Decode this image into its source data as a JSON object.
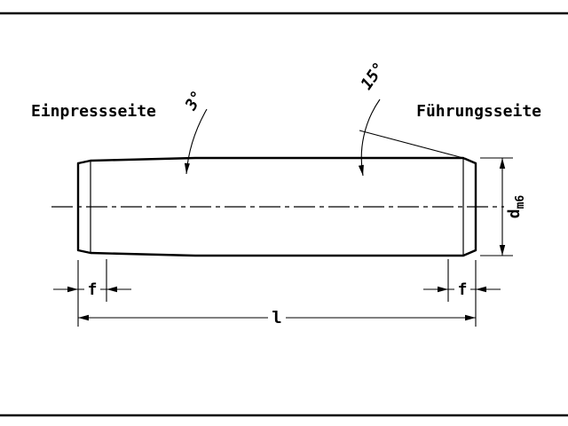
{
  "labels": {
    "press_side": "Einpressseite",
    "guide_side": "Führungsseite",
    "angle_press": "3°",
    "angle_guide": "15°"
  },
  "dims": {
    "f_left": "f",
    "f_right": "f",
    "length": "l",
    "diameter": {
      "main": "d",
      "sub": "m6"
    }
  },
  "colors": {
    "line": "#000000",
    "background": "#ffffff"
  }
}
